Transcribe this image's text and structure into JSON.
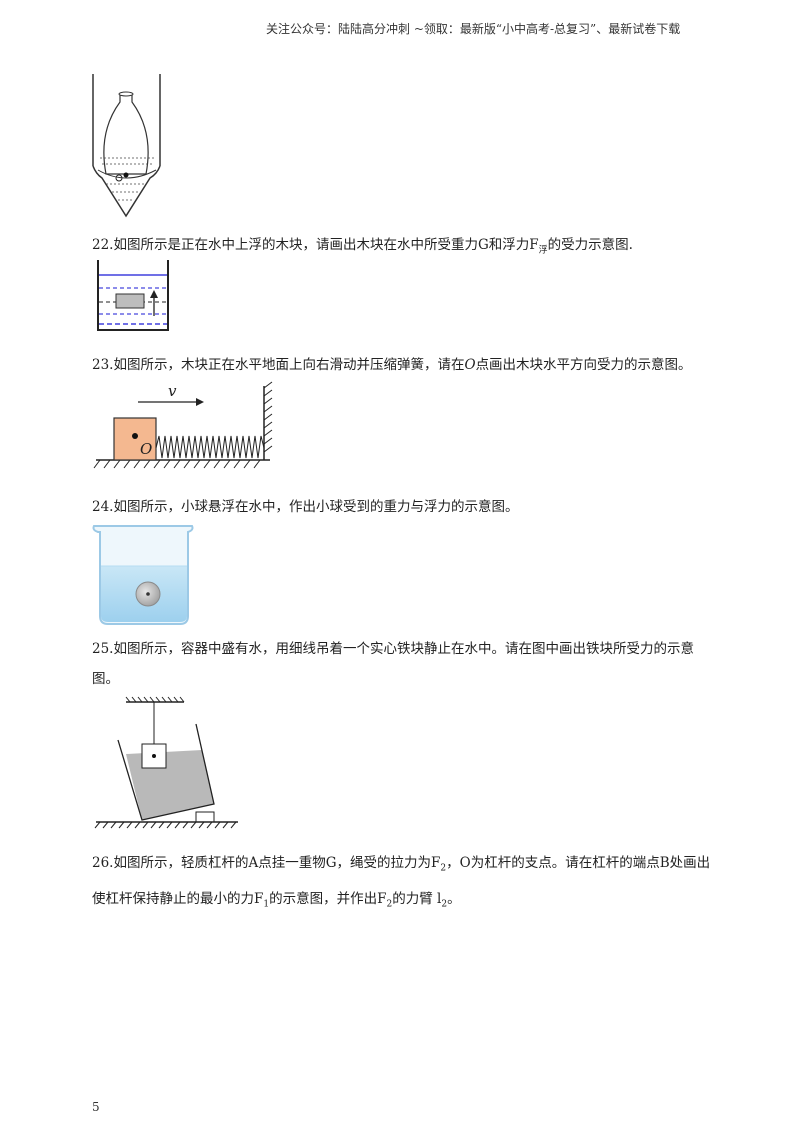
{
  "header": {
    "text": "关注公众号：陆陆高分冲刺  ~领取：最新版“小中高考-总复习”、最新试卷下载"
  },
  "figures": {
    "q23_velocity_label": "v",
    "q23_point_label": "O"
  },
  "questions": [
    {
      "number": "22.",
      "text_before_sub": "如图所示是正在水中上浮的木块，请画出木块在水中所受重力G和浮力F",
      "sub": "浮",
      "text_after_sub": "的受力示意图."
    },
    {
      "number": "23.",
      "text_before_o": "如图所示，木块正在水平地面上向右滑动并压缩弹簧，请在",
      "o_label": "O",
      "text_after_o": "点画出木块水平方向受力的示意图。"
    },
    {
      "number": "24.",
      "text": "如图所示，小球悬浮在水中，作出小球受到的重力与浮力的示意图。"
    },
    {
      "number": "25.",
      "text": "如图所示，容器中盛有水，用细线吊着一个实心铁块静止在水中。请在图中画出铁块所受力的示意图。"
    },
    {
      "number": "26.",
      "text_1": "如图所示，轻质杠杆的A点挂一重物G，绳受的拉力为F",
      "sub_1": "2",
      "text_2": "，O为杠杆的支点。请在杠杆的端点B处画出使杠杆保持静止的最小的力F",
      "sub_2": "1",
      "text_3": "的示意图，并作出F",
      "sub_3": "2",
      "text_4": "的力臂 l",
      "sub_4": "2",
      "text_5": "。"
    }
  ],
  "page_number": "5"
}
